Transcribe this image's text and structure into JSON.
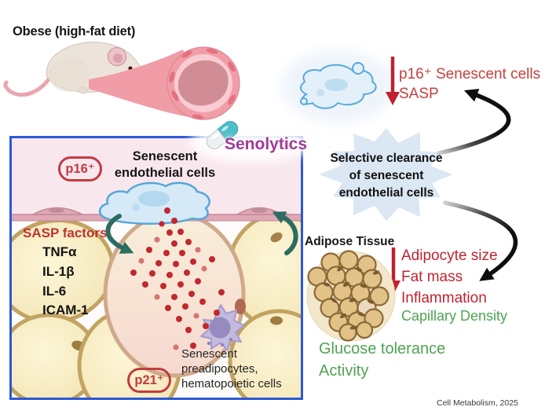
{
  "title": "Obese (high-fat diet)",
  "senolytics": {
    "label": "Senolytics"
  },
  "tissue_box": {
    "p16_badge": "p16⁺",
    "cell_label_lines": [
      "Senescent",
      "endothelial cells"
    ],
    "sasp_heading": "SASP factors",
    "sasp_factors": [
      "TNFα",
      "IL-1β",
      "IL-6",
      "ICAM-1"
    ],
    "p21_badge": "p21⁺",
    "caption_lines": [
      "Senescent",
      "preadipocytes,",
      "hematopoietic cells"
    ]
  },
  "outcomes": {
    "cleared_lines": [
      "p16⁺ Senescent cells",
      "SASP"
    ],
    "clearance_burst_lines": [
      "Selective clearance",
      "of senescent",
      "endothelial cells"
    ],
    "adipose_tissue_label": "Adipose Tissue",
    "decreased_lines": [
      "Adipocyte size",
      "Fat mass",
      "Inflammation"
    ],
    "increased_capillary": "Capillary Density",
    "increased_lines": [
      "Glucose tolerance",
      "Activity"
    ]
  },
  "credit": "Cell Metabolism, 2025",
  "colors": {
    "highlight_red": "#c0272f",
    "benefit_green": "#4fa351",
    "senolytics_purple": "#a03a99",
    "box_border_blue": "#2b58d8",
    "starburst_fill": "#dbe7f3",
    "pill_teal": "#4dbfc6",
    "secretion_arrow_teal": "#2b6d60",
    "cycle_arrow_black": "#111111"
  },
  "icons": {
    "senolytics_pill_icon": "capsule",
    "decrease_arrow_icon": "↓",
    "cycle_arrow_icon": "curved arrow",
    "secretion_arrow_icon": "curved arrow",
    "mouse_icon": "obese mouse",
    "blood_vessel_icon": "blood vessel cross-section",
    "senescent_cell_icon": "senescent cell blob",
    "clearance_starburst_icon": "starburst",
    "adipose_cluster_icon": "adipocyte cluster"
  }
}
